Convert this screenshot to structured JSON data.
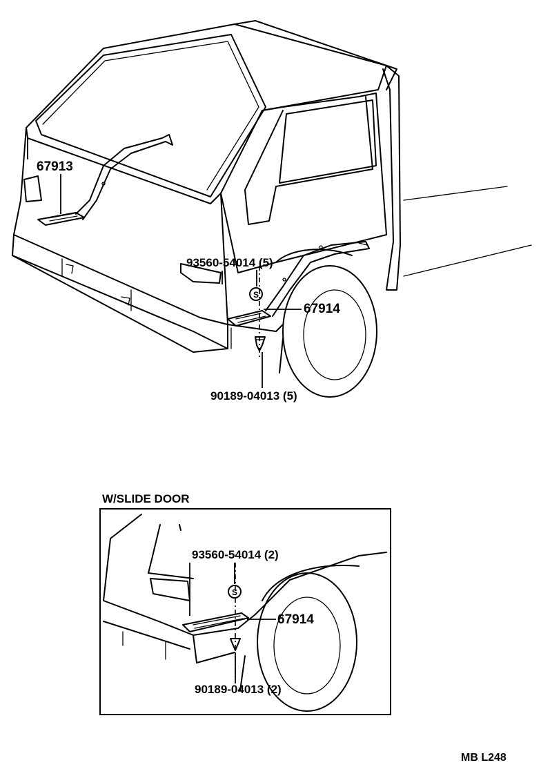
{
  "main_view": {
    "parts": {
      "p67913": "67913",
      "p67914": "67914",
      "p93560": "93560-54014 (5)",
      "p90189": "90189-04013 (5)"
    }
  },
  "inset": {
    "title": "W/SLIDE DOOR",
    "parts": {
      "p67914": "67914",
      "p93560": "93560-54014 (2)",
      "p90189": "90189-04013 (2)"
    }
  },
  "footer": {
    "diagram_code": "MB L248"
  },
  "symbols": {
    "seal_letter": "S"
  },
  "colors": {
    "ink": "#000000",
    "paper": "#ffffff"
  }
}
